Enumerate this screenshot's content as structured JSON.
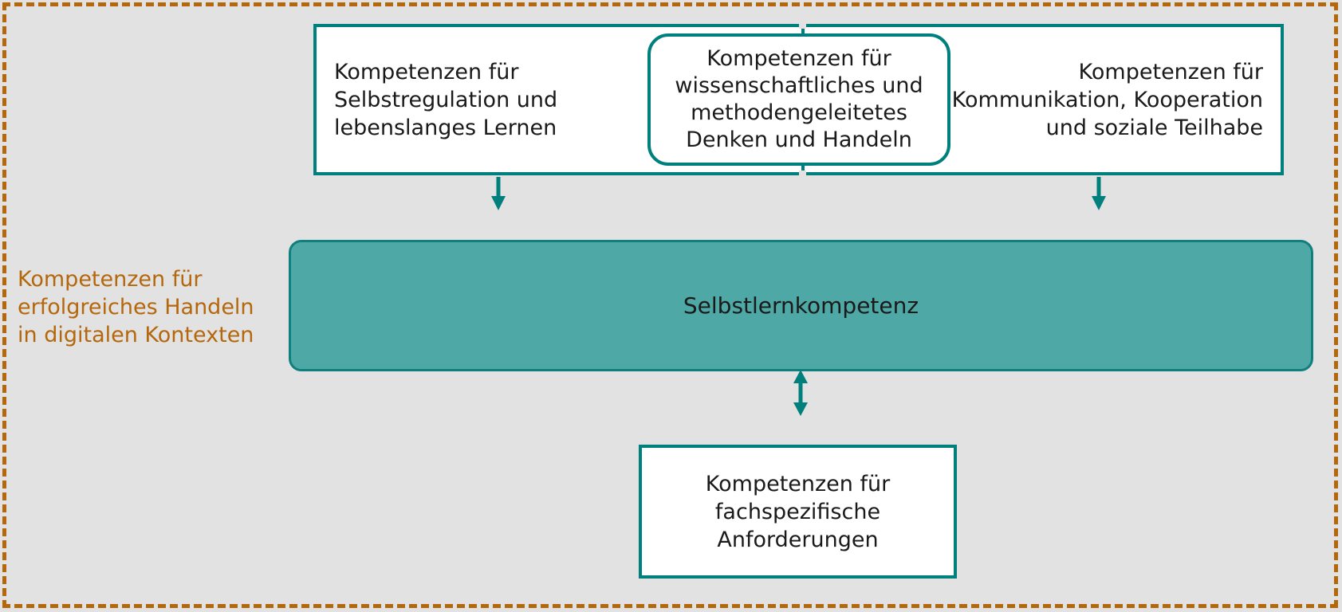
{
  "figure": {
    "background_color": "#e2e2e2",
    "frame_color": "#b5670c",
    "accent_teal": "#00807d",
    "band_fill": "#4ea8a5",
    "text_color": "#1a1a1a"
  },
  "side_caption": {
    "text": "Kompetenzen für\nerfolgreiches Handeln\nin digitalen Kontexten"
  },
  "top_boxes": [
    {
      "id": "selbstregulation",
      "text": "Kompetenzen für\nSelbstregulation und\nlebenslanges Lernen",
      "align": "left"
    },
    {
      "id": "wissenschaftliches-denken",
      "text": "Kompetenzen für\nwissenschaftliches und\nmethodengeleitetes\nDenken und Handeln",
      "align": "center"
    },
    {
      "id": "kommunikation",
      "text": "Kompetenzen für\nKommunikation, Kooperation\nund soziale Teilhabe",
      "align": "right"
    }
  ],
  "center_band": {
    "label": "Selbstlernkompetenz"
  },
  "bottom_box": {
    "text": "Kompetenzen für\nfachspezifische\nAnforderungen"
  },
  "connectors": [
    {
      "id": "arrow-down-left",
      "type": "arrow-down"
    },
    {
      "id": "arrow-down-right",
      "type": "arrow-down"
    },
    {
      "id": "arrow-bidirectional",
      "type": "arrow-bidirectional-vertical"
    }
  ]
}
